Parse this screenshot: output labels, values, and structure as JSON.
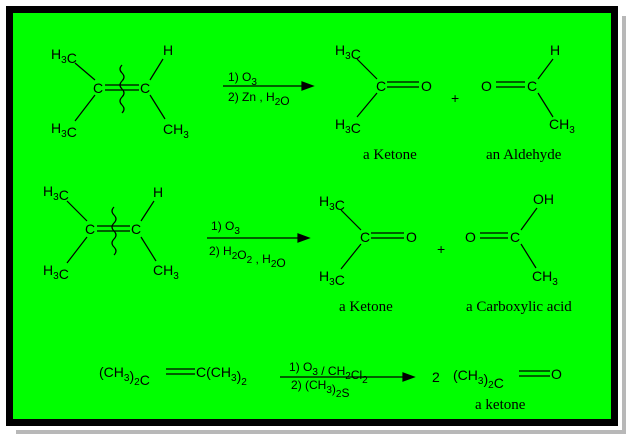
{
  "colors": {
    "panel": "#00ff00",
    "frame": "#000000"
  },
  "r1": {
    "reactant": {
      "tl": "H3C",
      "tr": "H",
      "bl": "H3C",
      "br": "CH3"
    },
    "reagents": [
      "1) O3",
      "2) Zn , H2O"
    ],
    "p1": {
      "top": "H3C",
      "bot": "H3C",
      "o": "O"
    },
    "plus": "+",
    "p2": {
      "top": "H",
      "bot": "CH3",
      "o": "O"
    },
    "cap1": "a Ketone",
    "cap2": "an Aldehyde"
  },
  "r2": {
    "reactant": {
      "tl": "H3C",
      "tr": "H",
      "bl": "H3C",
      "br": "CH3"
    },
    "reagents": [
      "1) O3",
      "2) H2O2 , H2O"
    ],
    "p1": {
      "top": "H3C",
      "bot": "H3C",
      "o": "O"
    },
    "plus": "+",
    "p2": {
      "top": "OH",
      "bot": "CH3",
      "o": "O"
    },
    "cap1": "a Ketone",
    "cap2": "a Carboxylic acid"
  },
  "r3": {
    "left": "(CH3)2C",
    "right": "C(CH3)2",
    "reagents": [
      "1) O3 / CH2Cl2",
      "2) (CH3)2S"
    ],
    "coef": "2",
    "prod": "(CH3)2C",
    "o": "O",
    "cap": "a ketone"
  }
}
